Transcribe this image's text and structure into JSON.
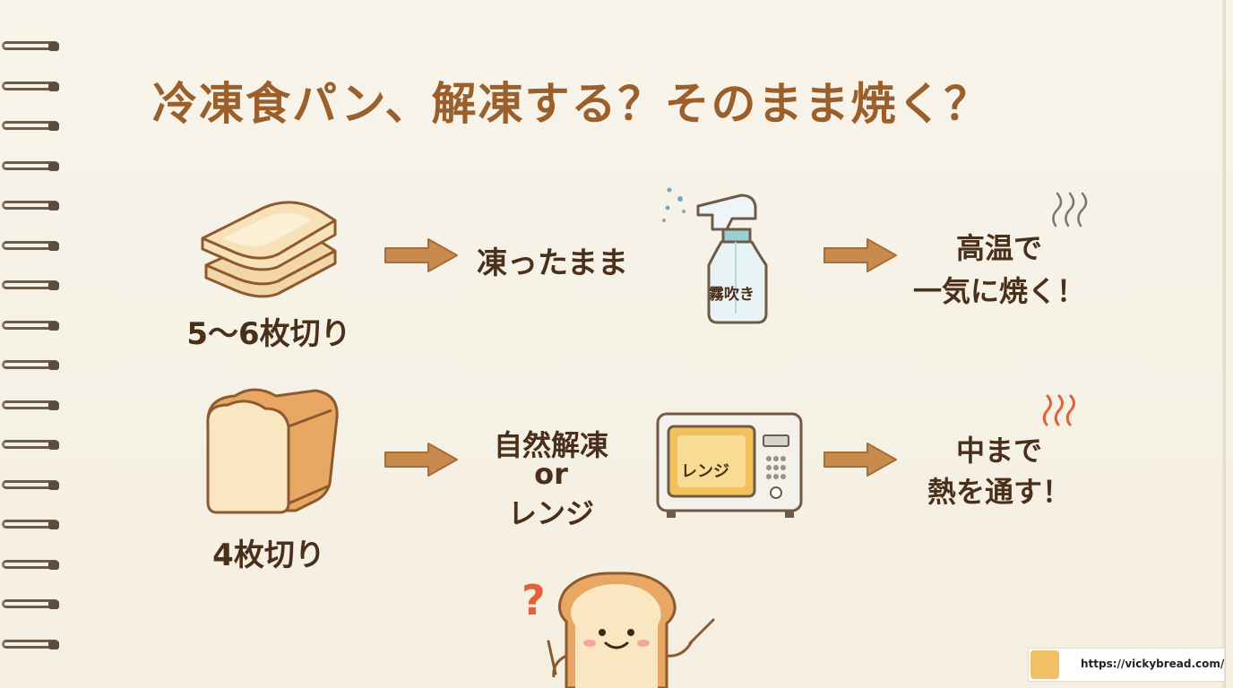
{
  "title": "冷凍食パン、解凍する？そのまま焼く？",
  "row1": {
    "bread_label": "5〜6枚切り",
    "step_label": "凍ったまま",
    "tool_label": "霧吹き",
    "result_line1": "高温で",
    "result_line2": "一気に焼く！"
  },
  "row2": {
    "bread_label": "4枚切り",
    "step_line1": "自然解凍",
    "step_line2": "or",
    "step_line3": "レンジ",
    "tool_label": "レンジ",
    "result_line1": "中まで",
    "result_line2": "熱を通す！"
  },
  "credit": {
    "url": "https://vickybread.com/"
  },
  "colors": {
    "title": "#9a5f2b",
    "text": "#4a2f1a",
    "arrow": "#c98a4e",
    "paper": "#f6f1e6"
  }
}
